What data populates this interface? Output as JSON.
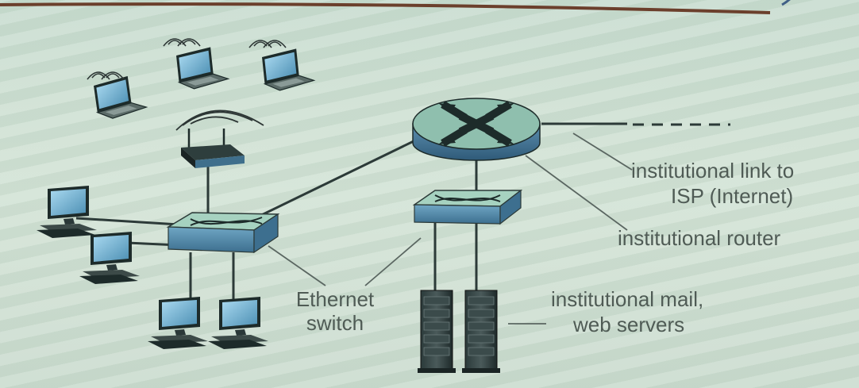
{
  "labels": {
    "isp_link_line1": "institutional link to",
    "isp_link_line2": "ISP (Internet)",
    "router": "institutional router",
    "switch_line1": "Ethernet",
    "switch_line2": "switch",
    "servers_line1": "institutional mail,",
    "servers_line2": "web servers"
  },
  "colors": {
    "background": "#cfe0d4",
    "label_text": "#4f5b55",
    "device_dark": "#1d2b2a",
    "switch_face": "#a6d2c0",
    "router_top": "#8fbfae"
  },
  "icons": [
    "laptop-icon",
    "wireless-access-point-icon",
    "desktop-computer-icon",
    "ethernet-switch-icon",
    "router-icon",
    "server-icon"
  ]
}
